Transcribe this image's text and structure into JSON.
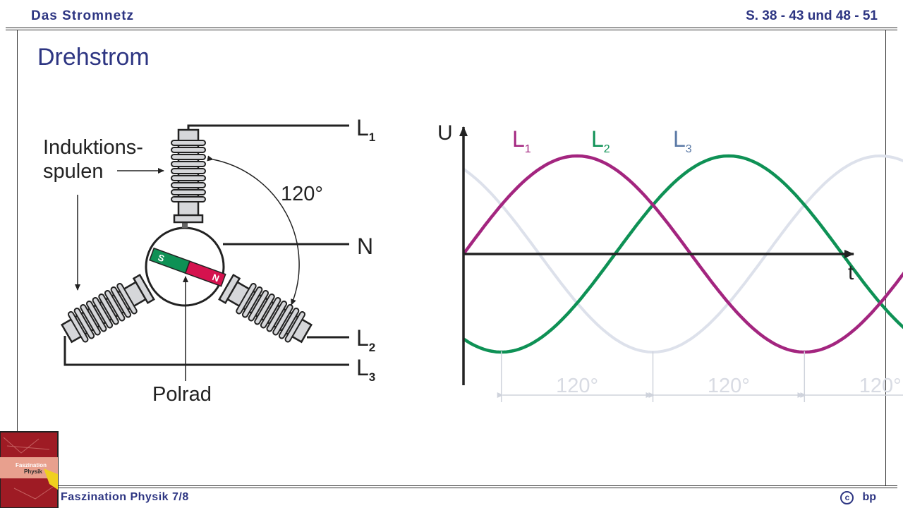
{
  "header": {
    "topic": "Das Stromnetz",
    "pages": "S. 38 - 43 und 48 - 51"
  },
  "slide": {
    "title": "Drehstrom"
  },
  "diagram": {
    "coil_label_line1": "Induktions-",
    "coil_label_line2": "spulen",
    "angle_label": "120°",
    "rotor_label": "Polrad",
    "magnet_south": "S",
    "magnet_north": "N",
    "lines": {
      "l1": "L",
      "l1_sub": "1",
      "neutral": "N",
      "l2": "L",
      "l2_sub": "2",
      "l3": "L",
      "l3_sub": "3"
    }
  },
  "chart_data": {
    "type": "line",
    "xlabel": "t",
    "ylabel": "U",
    "series": [
      {
        "name": "L1",
        "color": "#a3257f",
        "phase_deg": 0
      },
      {
        "name": "L2",
        "color": "#0e9155",
        "phase_deg": -120
      },
      {
        "name": "L3",
        "color": "#dde1eb",
        "phase_deg": -240
      }
    ],
    "phase_labels": [
      "120°",
      "120°",
      "120°"
    ],
    "label_colors": {
      "L3": "#5b7aa6"
    },
    "x_range_deg": [
      0,
      640
    ],
    "y_range": [
      -1,
      1
    ],
    "grid": false
  },
  "footer": {
    "book": "Faszination Physik 7/8",
    "credit": "bp",
    "copyright_symbol": "c",
    "cover_title": "Faszination",
    "cover_subtitle": "Physik"
  }
}
